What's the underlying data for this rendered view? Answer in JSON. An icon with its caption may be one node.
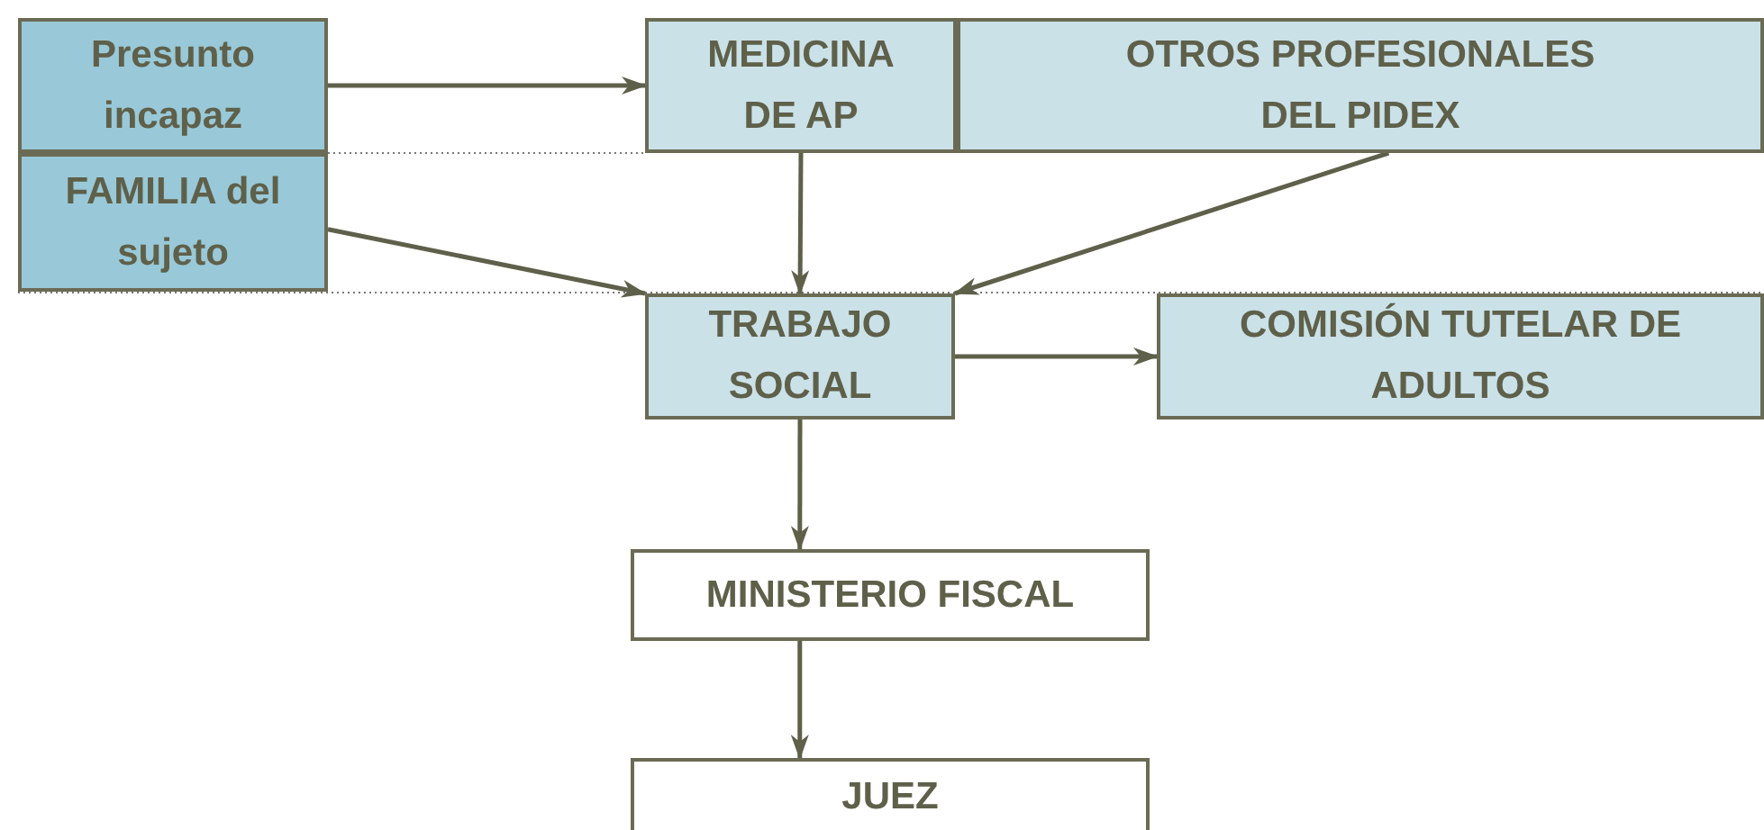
{
  "diagram": {
    "nodes": [
      {
        "text": [
          "Presunto incapaz"
        ]
      },
      {
        "text": [
          "FAMILIA del sujeto"
        ]
      },
      {
        "text": [
          "MEDICINA DE AP"
        ]
      },
      {
        "text": [
          "OTROS PROFESIONALES DEL PIDEX"
        ]
      },
      {
        "text": [
          "TRABAJO SOCIAL"
        ]
      },
      {
        "text": [
          "COMISIÓN TUTELAR DE ADULTOS"
        ]
      },
      {
        "text": [
          "MINISTERIO FISCAL"
        ]
      },
      {
        "text": [
          "JUEZ"
        ]
      }
    ],
    "edges": [
      {
        "from": 0,
        "to": 2,
        "arrow": "to"
      },
      {
        "from": 1,
        "to": 4,
        "arrow": "to"
      },
      {
        "from": 2,
        "to": 4,
        "arrow": "to"
      },
      {
        "from": 3,
        "to": 4,
        "arrow": "to"
      },
      {
        "from": 4,
        "to": 5,
        "arrow": "to"
      },
      {
        "from": 4,
        "to": 6,
        "arrow": "to"
      },
      {
        "from": 6,
        "to": 7,
        "arrow": "to"
      }
    ]
  }
}
